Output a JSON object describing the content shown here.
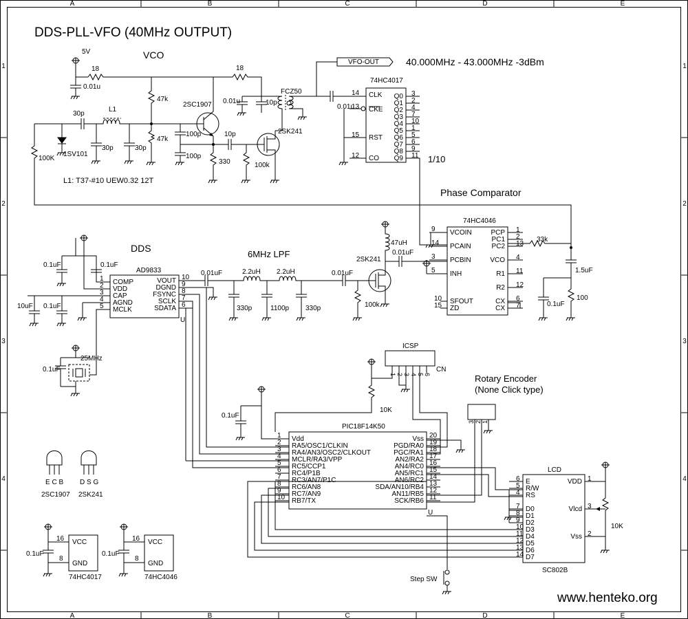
{
  "title": "DDS-PLL-VFO (40MHz OUTPUT)",
  "footer_url": "www.henteko.org",
  "frame": {
    "cols": [
      "A",
      "B",
      "C",
      "D",
      "E"
    ],
    "rows": [
      "1",
      "2",
      "3",
      "4"
    ]
  },
  "blocks": {
    "vco": "VCO",
    "dds": "DDS",
    "lpf": "6MHz LPF",
    "phase_comparator": "Phase Comparator",
    "rotary_encoder_line1": "Rotary Encoder",
    "rotary_encoder_line2": "(None Click type)",
    "freq_range": "40.000MHz - 43.000MHz -3dBm",
    "vfo_out": "VFO-OUT",
    "div10": "1/10",
    "l1_note": "L1: T37-#10 UEW0.32 12T"
  },
  "components": {
    "supply_5v": "5V",
    "r18a": "18",
    "r18b": "18",
    "c001u_a": "0.01u",
    "c001u_b": "0.01u",
    "c001u_c": "0.01u",
    "r47k_a": "47k",
    "r47k_b": "47k",
    "q1": "2SC1907",
    "q2": "2SK241",
    "q3": "2SK241",
    "fcz": "FCZ50",
    "c10p_a": "10p",
    "c10p_b": "10p",
    "c30p_a": "30p",
    "c30p_b": "30p",
    "c30p_c": "30p",
    "c100p_a": "100p",
    "c100p_b": "100p",
    "l1": "L1",
    "varicap": "1SV101",
    "r100k_a": "100K",
    "r100k_b": "100k",
    "r100k_c": "100k",
    "r330": "330",
    "l47uh": "47uH",
    "c001uf": "0.01uF",
    "c001uf_b": "0.01uF",
    "c001uf_c": "0.01uF",
    "l22uh_a": "2.2uH",
    "l22uh_b": "2.2uH",
    "c330p_a": "330p",
    "c330p_b": "330p",
    "c1100p": "1100p",
    "r33k": "33k",
    "c15uf": "1.5uF",
    "r100": "100",
    "c01uf_a": "0.1uF",
    "c01uf_b": "0.1uF",
    "c01uf_c": "0.1uF",
    "c01uf_d": "0.1uF",
    "c01uf_e": "0.1uF",
    "c01uf_f": "0.1uF",
    "c01uf_g": "0.1uF",
    "c01uf_h": "0.1uF",
    "c10uf": "10uF",
    "xtal": "25MHz",
    "r10k_a": "10K",
    "r10k_b": "10K",
    "icsp": "ICSP",
    "cn": "CN",
    "step_sw": "Step SW",
    "pinout_q1": "E C B",
    "pinout_q1_name": "2SC1907",
    "pinout_q2": "D S G",
    "pinout_q2_name": "2SK241"
  },
  "ic_4017": {
    "name": "74HC4017",
    "left": [
      {
        "pin": "14",
        "name": "CLK"
      },
      {
        "pin": "13",
        "name": "CKE"
      },
      {
        "pin": "15",
        "name": "RST"
      },
      {
        "pin": "12",
        "name": "CO"
      }
    ],
    "right": [
      {
        "pin": "3",
        "name": "Q0"
      },
      {
        "pin": "2",
        "name": "Q1"
      },
      {
        "pin": "4",
        "name": "Q2"
      },
      {
        "pin": "7",
        "name": "Q3"
      },
      {
        "pin": "10",
        "name": "Q4"
      },
      {
        "pin": "1",
        "name": "Q5"
      },
      {
        "pin": "5",
        "name": "Q6"
      },
      {
        "pin": "6",
        "name": "Q7"
      },
      {
        "pin": "9",
        "name": "Q8"
      },
      {
        "pin": "11",
        "name": "Q9"
      }
    ]
  },
  "ic_4046": {
    "name": "74HC4046",
    "left": [
      {
        "pin": "9",
        "name": "VCOIN"
      },
      {
        "pin": "14",
        "name": "PCAIN"
      },
      {
        "pin": "3",
        "name": "PCBIN"
      },
      {
        "pin": "5",
        "name": "INH"
      },
      {
        "pin": "10",
        "name": "SFOUT"
      },
      {
        "pin": "15",
        "name": "ZD"
      }
    ],
    "right": [
      {
        "pin": "1",
        "name": "PCP"
      },
      {
        "pin": "2",
        "name": "PC1"
      },
      {
        "pin": "13",
        "name": "PC2"
      },
      {
        "pin": "4",
        "name": "VCO"
      },
      {
        "pin": "11",
        "name": "R1"
      },
      {
        "pin": "12",
        "name": "R2"
      },
      {
        "pin": "6",
        "name": "CX"
      },
      {
        "pin": "7",
        "name": "CX"
      }
    ]
  },
  "ic_ad9833": {
    "name": "AD9833",
    "unit": "U",
    "left": [
      {
        "pin": "1",
        "name": "COMP"
      },
      {
        "pin": "2",
        "name": "VDD"
      },
      {
        "pin": "3",
        "name": "CAP"
      },
      {
        "pin": "4",
        "name": "AGND"
      },
      {
        "pin": "5",
        "name": "MCLK"
      }
    ],
    "right": [
      {
        "pin": "10",
        "name": "VOUT"
      },
      {
        "pin": "9",
        "name": "DGND"
      },
      {
        "pin": "8",
        "name": "FSYNC"
      },
      {
        "pin": "7",
        "name": "SCLK"
      },
      {
        "pin": "6",
        "name": "SDATA"
      }
    ]
  },
  "ic_pic": {
    "name": "PIC18F14K50",
    "unit": "U",
    "left": [
      {
        "pin": "1",
        "name": "Vdd"
      },
      {
        "pin": "2",
        "name": "RA5/OSC1/CLKIN"
      },
      {
        "pin": "3",
        "name": "RA4/AN3/OSC2/CLKOUT"
      },
      {
        "pin": "4",
        "name": "MCLR/RA3/VPP"
      },
      {
        "pin": "5",
        "name": "RC5/CCP1"
      },
      {
        "pin": "6",
        "name": "RC4/P1B"
      },
      {
        "pin": "7",
        "name": "RC3/AN7/P1C"
      },
      {
        "pin": "8",
        "name": "RC6/AN8"
      },
      {
        "pin": "9",
        "name": "RC7/AN9"
      },
      {
        "pin": "10",
        "name": "RB7/TX"
      }
    ],
    "right": [
      {
        "pin": "20",
        "name": "Vss"
      },
      {
        "pin": "19",
        "name": "PGD/RA0"
      },
      {
        "pin": "18",
        "name": "PGC/RA1"
      },
      {
        "pin": "17",
        "name": "AN2/RA2"
      },
      {
        "pin": "16",
        "name": "AN4/RC0"
      },
      {
        "pin": "15",
        "name": "AN5/RC1"
      },
      {
        "pin": "14",
        "name": "AN6/RC2"
      },
      {
        "pin": "13",
        "name": "SDA/AN10/RB4"
      },
      {
        "pin": "12",
        "name": "AN11/RB5"
      },
      {
        "pin": "11",
        "name": "SCK/RB6"
      }
    ]
  },
  "ic_lcd": {
    "title": "LCD",
    "name": "SC802B",
    "left": [
      {
        "pin": "6",
        "name": "E"
      },
      {
        "pin": "5",
        "name": "R/W"
      },
      {
        "pin": "4",
        "name": "RS"
      },
      {
        "pin": "7",
        "name": "D0"
      },
      {
        "pin": "8",
        "name": "D1"
      },
      {
        "pin": "9",
        "name": "D2"
      },
      {
        "pin": "10",
        "name": "D3"
      },
      {
        "pin": "11",
        "name": "D4"
      },
      {
        "pin": "12",
        "name": "D5"
      },
      {
        "pin": "13",
        "name": "D6"
      },
      {
        "pin": "14",
        "name": "D7"
      }
    ],
    "right": [
      {
        "pin": "1",
        "name": "VDD"
      },
      {
        "pin": "3",
        "name": "Vlcd"
      },
      {
        "pin": "2",
        "name": "Vss"
      }
    ]
  },
  "icsp_pins": [
    "1",
    "2",
    "3",
    "4",
    "5",
    "6"
  ],
  "encoder_pins": [
    "3",
    "2",
    "1"
  ],
  "pwr_4017": {
    "vcc": "VCC",
    "gnd": "GND",
    "vcc_pin": "16",
    "gnd_pin": "8",
    "name": "74HC4017"
  },
  "pwr_4046": {
    "vcc": "VCC",
    "gnd": "GND",
    "vcc_pin": "16",
    "gnd_pin": "8",
    "name": "74HC4046"
  }
}
